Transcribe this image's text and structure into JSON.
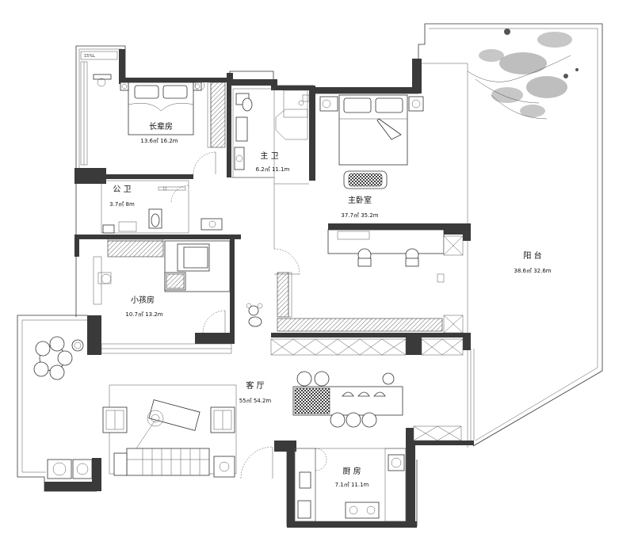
{
  "rooms": {
    "elder": {
      "name": "长辈房",
      "area": "13.6㎡ 16.2m"
    },
    "master_bath": {
      "name": "主 卫",
      "area": "6.2㎡ 11.1m"
    },
    "master_bed": {
      "name": "主卧室",
      "area": "37.7㎡ 35.2m"
    },
    "public_bath": {
      "name": "公 卫",
      "area": "3.7㎡ 8m"
    },
    "kids": {
      "name": "小孩房",
      "area": "10.7㎡ 13.2m"
    },
    "balcony": {
      "name": "阳 台",
      "area": "38.6㎡ 32.6m"
    },
    "living": {
      "name": "客 厅",
      "area": "55㎡ 54.2m"
    },
    "kitchen": {
      "name": "厨 房",
      "area": "7.1㎡ 11.1m"
    }
  },
  "labels": {
    "top_left_tag": "15%L"
  }
}
